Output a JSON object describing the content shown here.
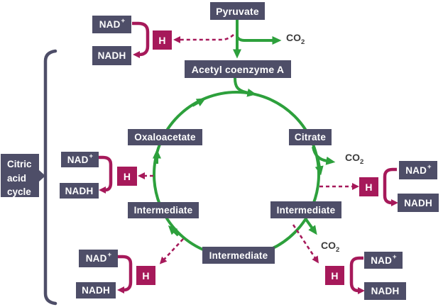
{
  "diagram": {
    "title_label": {
      "lines": [
        "Citric",
        "acid",
        "cycle"
      ]
    },
    "nodes": {
      "pyruvate": "Pyruvate",
      "acetyl_coenzyme_a": "Acetyl coenzyme A",
      "oxaloacetate": "Oxaloacetate",
      "citrate": "Citrate",
      "intermediate": "Intermediate"
    },
    "molecules": {
      "nad_base": "NAD",
      "nad_sup": "+",
      "nadh": "NADH",
      "hydrogen": "H",
      "co2_base": "CO",
      "co2_sub": "2"
    },
    "colors": {
      "slate": "#4e4e68",
      "pink": "#a6195a",
      "green": "#2da03c",
      "co2_text": "#3c3c3c",
      "background": "#ffffff"
    }
  }
}
